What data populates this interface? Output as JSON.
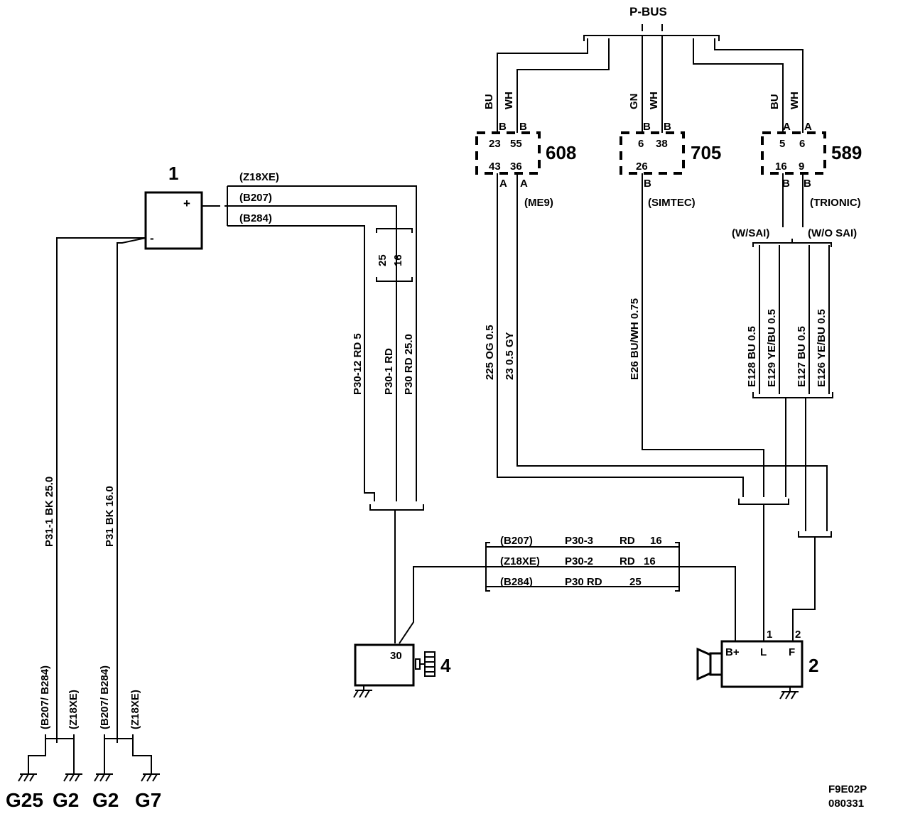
{
  "diagram": {
    "pbus": "P-BUS",
    "connectors": {
      "c608": {
        "id": "608",
        "pins": [
          "23",
          "55",
          "43",
          "36"
        ],
        "top_letters": [
          "B",
          "B"
        ],
        "bottom_letters": [
          "A",
          "A"
        ],
        "variant": "(ME9)",
        "wire_colors": [
          "BU",
          "WH"
        ]
      },
      "c705": {
        "id": "705",
        "pins": [
          "6",
          "38",
          "26"
        ],
        "top_letters": [
          "B",
          "B"
        ],
        "bottom_letter": "B",
        "variant": "(SIMTEC)",
        "wire_colors": [
          "GN",
          "WH"
        ]
      },
      "c589": {
        "id": "589",
        "pins": [
          "5",
          "6",
          "16",
          "9"
        ],
        "top_letters": [
          "A",
          "A"
        ],
        "bottom_letters": [
          "B",
          "B"
        ],
        "variant": "(TRIONIC)",
        "wire_colors": [
          "BU",
          "WH"
        ]
      }
    },
    "variants": {
      "w_sai": "(W/SAI)",
      "wo_sai": "(W/O SAI)"
    },
    "component1": {
      "id": "1",
      "plus": "+",
      "minus": "-"
    },
    "component2": {
      "id": "2",
      "pins": [
        "B+",
        "L",
        "F"
      ],
      "pin_numbers": [
        "1",
        "2"
      ]
    },
    "component4": {
      "id": "4",
      "pin": "30"
    },
    "battery_variants": [
      "(Z18XE)",
      "(B207)",
      "(B284)"
    ],
    "splice_pins": [
      "25",
      "16"
    ],
    "vertical_wires": {
      "p3012": "P30-12  RD   5",
      "p301": "P30-1    RD",
      "p30": "P30  RD  25.0",
      "w225": "225   OG  0.5",
      "w23": "23   0.5   GY",
      "e26": "E26   BU/WH     0.75",
      "e128": "E128    BU   0.5",
      "e129": "E129    YE/BU       0.5",
      "e127": "E127    BU   0.5",
      "e126": "E126    YE/BU       0.5",
      "p311": "P31-1     BK   25.0",
      "p31": "P31   BK   16.0"
    },
    "bottom_wires": [
      {
        "variant": "(B207)",
        "wire": "P30-3",
        "color": "RD",
        "size": "16"
      },
      {
        "variant": "(Z18XE)",
        "wire": "P30-2",
        "color": "RD",
        "size": "16"
      },
      {
        "variant": "(B284)",
        "wire": "P30   RD",
        "color": "",
        "size": "25"
      }
    ],
    "ground_variants": [
      "(B207/ B284)",
      "(Z18XE)",
      "(B207/ B284)",
      "(Z18XE)"
    ],
    "grounds": [
      "G25",
      "G2",
      "G2",
      "G7"
    ],
    "figure_code": "F9E02P",
    "date_code": "080331"
  }
}
